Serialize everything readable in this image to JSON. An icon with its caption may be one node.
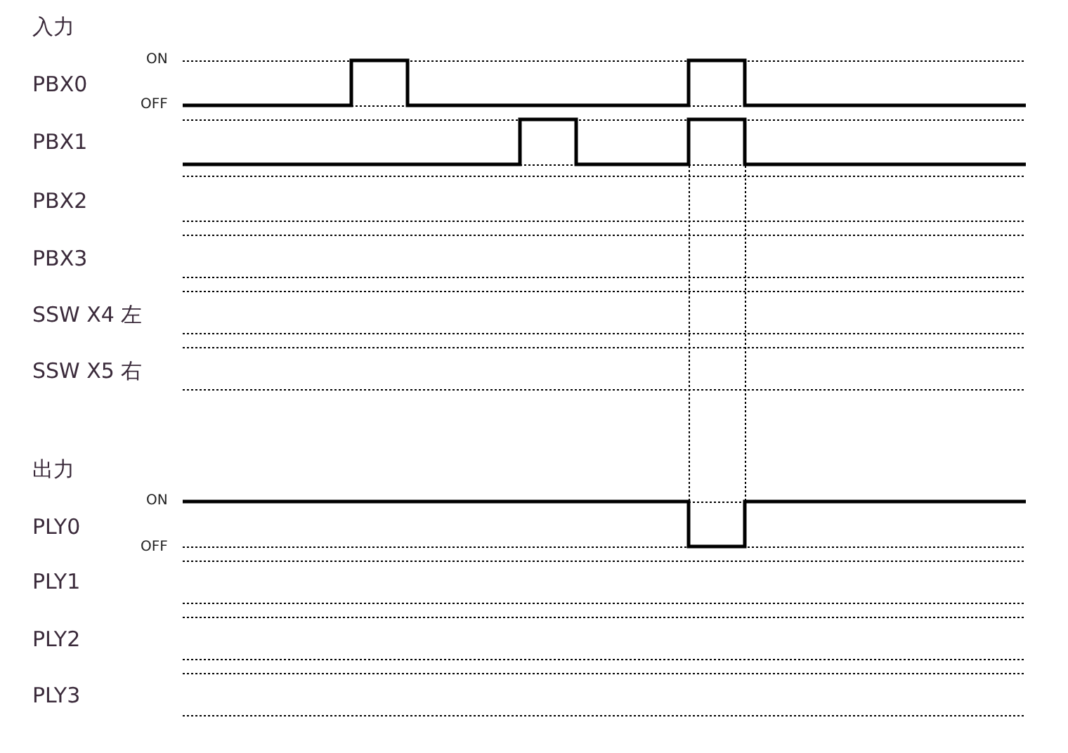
{
  "diagram": {
    "labels": [
      "入力",
      "ON",
      "PBX0",
      "OFF",
      "PBX1",
      "PBX2",
      "PBX3",
      "SSW X4 左",
      "SSW X5 右",
      "出力",
      "ON",
      "PLY0",
      "OFF",
      "PLY1",
      "PLY2",
      "PLY3"
    ]
  }
}
